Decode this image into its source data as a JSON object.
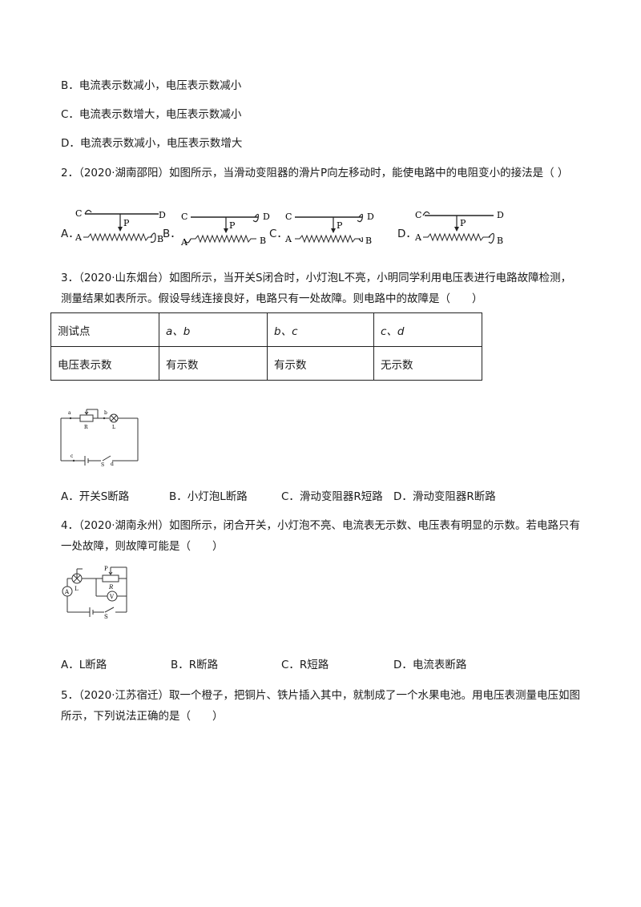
{
  "q1_options": {
    "B": "B．电流表示数减小，电压表示数减小",
    "C": "C．电流表示数增大，电压表示数减小",
    "D": "D．电流表示数减小，电压表示数增大"
  },
  "q2": {
    "text": "2．（2020·湖南邵阳）如图所示，当滑动变阻器的滑片P向左移动时，能使电路中的电阻变小的接法是（ ）",
    "option_labels": [
      "A．",
      "B．",
      "C．",
      "D．"
    ],
    "terminal_labels": {
      "A": "A",
      "B": "B",
      "C": "C",
      "D": "D",
      "P": "P"
    }
  },
  "q3": {
    "text": "3．（2020·山东烟台）如图所示，当开关S闭合时，小灯泡L不亮，小明同学利用电压表进行电路故障检测，测量结果如表所示。假设导线连接良好，电路只有一处故障。则电路中的故障是（　　）",
    "table": {
      "headers": [
        "测试点",
        "a、b",
        "b、c",
        "c、d"
      ],
      "row_label": "电压表示数",
      "values": [
        "有示数",
        "有示数",
        "无示数"
      ]
    },
    "circuit_labels": {
      "a": "a",
      "b": "b",
      "c": "c",
      "d": "d",
      "R": "R",
      "L": "L",
      "S": "S"
    },
    "options": [
      "A．开关S断路",
      "B．小灯泡L断路",
      "C．滑动变阻器R短路",
      "D．滑动变阻器R断路"
    ]
  },
  "q4": {
    "text": "4．（2020·湖南永州）如图所示，闭合开关，小灯泡不亮、电流表无示数、电压表有明显的示数。若电路只有一处故障，则故障可能是（　　）",
    "circuit_labels": {
      "L": "L",
      "P": "P",
      "R": "R",
      "A": "A",
      "V": "V",
      "S": "S"
    },
    "options": [
      "A．L断路",
      "B．R断路",
      "C．R短路",
      "D．电流表断路"
    ]
  },
  "q5": {
    "text": "5．（2020·江苏宿迁）取一个橙子，把铜片、铁片插入其中，就制成了一个水果电池。用电压表测量电压如图所示，下列说法正确的是（　　）"
  }
}
